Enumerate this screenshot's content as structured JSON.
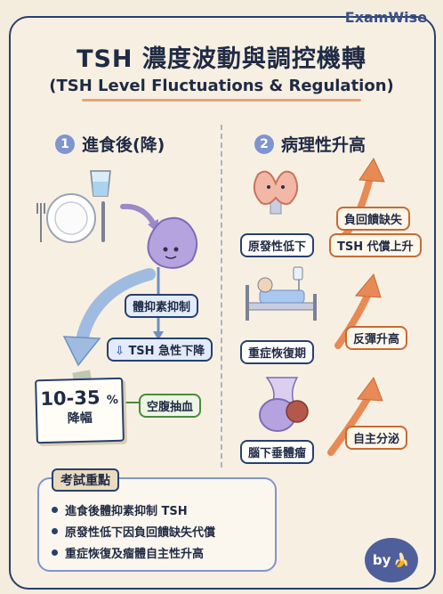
{
  "brand": "ExamWise",
  "title": "TSH 濃度波動與調控機轉",
  "subtitle": "(TSH Level Fluctuations & Regulation)",
  "section1": {
    "number": "1",
    "heading": "進食後(降)",
    "tag_inhibit": "體抑素抑制",
    "tag_drop": "TSH 急性下降",
    "drop_arrow_glyph": "⇩",
    "note_value": "10-35",
    "note_unit": "%",
    "note_label": "降幅",
    "tag_fasting": "空腹抽血"
  },
  "section2": {
    "number": "2",
    "heading": "病理性升高",
    "tag_feedback": "負回饋缺失",
    "tag_compensate": "TSH 代償上升",
    "label_hypothyroid": "原發性低下",
    "tag_rebound": "反彈升高",
    "label_recovery": "重症恢復期",
    "tag_autonomous": "自主分泌",
    "label_tumor": "腦下垂體瘤"
  },
  "key_points": {
    "title": "考試重點",
    "items": [
      "進食後體抑素抑制 TSH",
      "原發性低下因負回饋缺失代償",
      "重症恢復及瘤體自主性升高"
    ]
  },
  "badge": {
    "by": "by",
    "emoji": "🍌"
  },
  "colors": {
    "navy": "#27406e",
    "accent_blue": "#7f95cf",
    "orange": "#e88a55",
    "green": "#4b8a3a"
  }
}
